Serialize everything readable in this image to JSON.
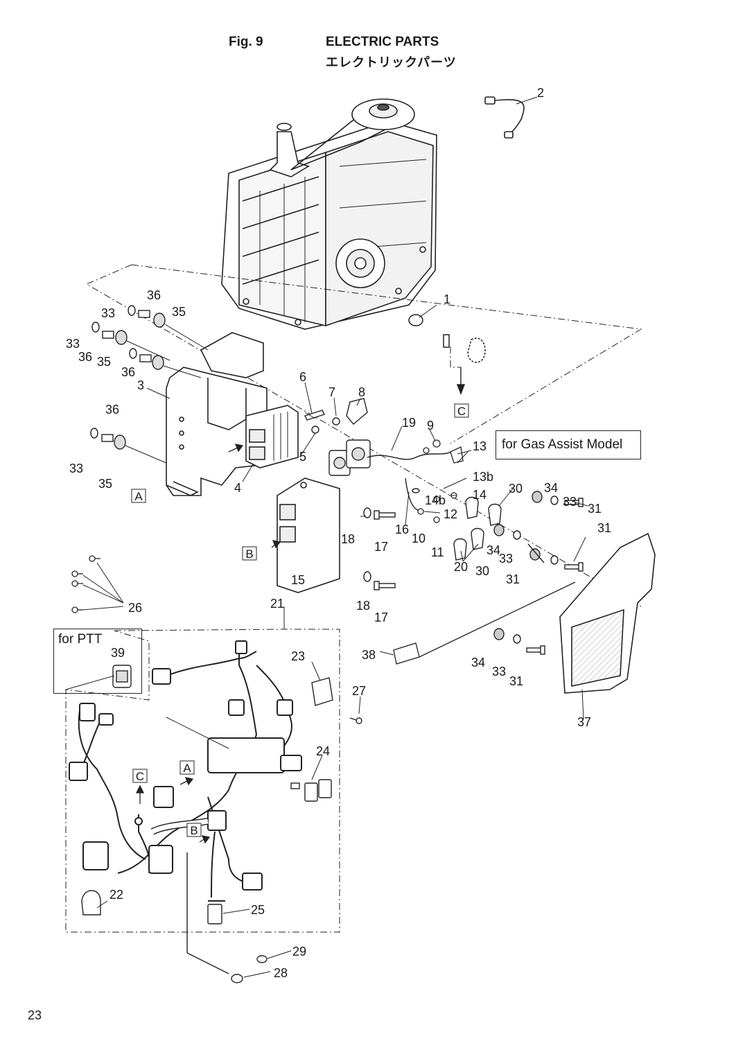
{
  "header": {
    "fig_no": "Fig. 9",
    "title": "ELECTRIC PARTS",
    "subtitle": "エレクトリックパーツ"
  },
  "page_number": "23",
  "notes": {
    "gas_assist": "for Gas Assist Model",
    "ptt": "for PTT"
  },
  "reference_letters": [
    "A",
    "B",
    "C"
  ],
  "callouts": [
    "1",
    "2",
    "3",
    "4",
    "5",
    "6",
    "7",
    "8",
    "9",
    "10",
    "11",
    "12",
    "13",
    "13b",
    "14",
    "14b",
    "16",
    "17",
    "18",
    "19",
    "20",
    "21",
    "22",
    "23",
    "24",
    "25",
    "26",
    "27",
    "28",
    "29",
    "30",
    "31",
    "33",
    "34",
    "35",
    "36",
    "37",
    "38",
    "39",
    "15"
  ]
}
